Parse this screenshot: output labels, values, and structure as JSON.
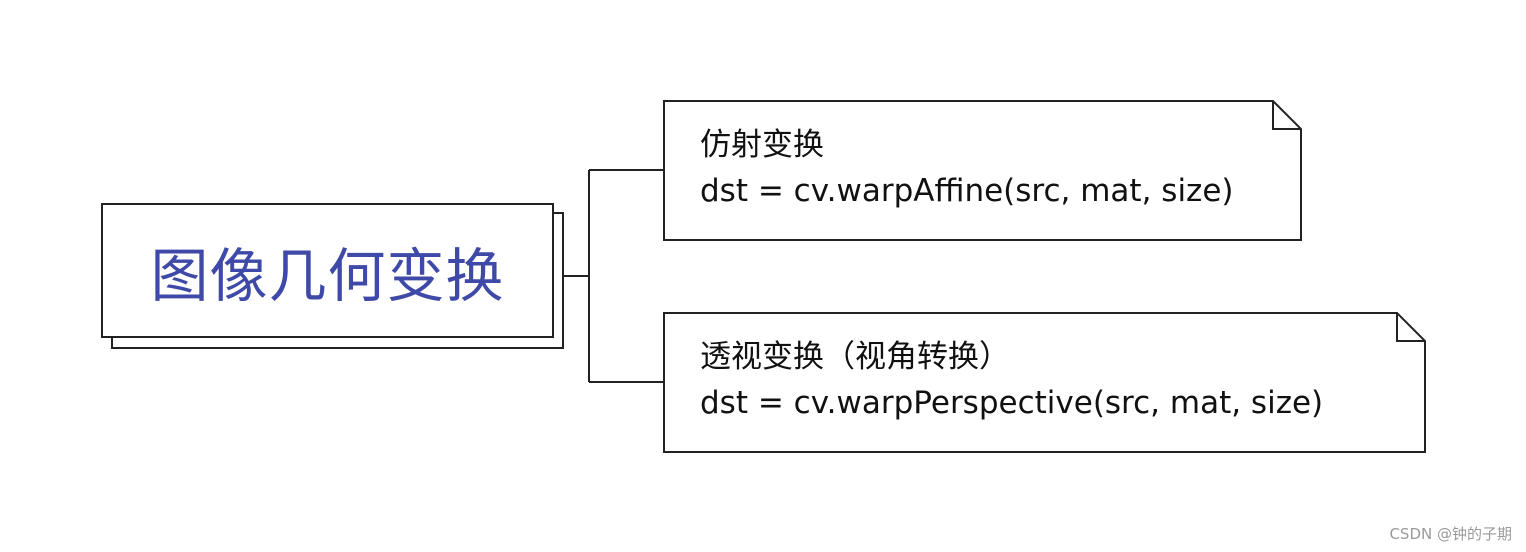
{
  "diagram": {
    "root": {
      "label": "图像几何变换",
      "color": "#3f4aa8"
    },
    "branches": [
      {
        "title": "仿射变换",
        "code": "dst = cv.warpAffine(src, mat, size)"
      },
      {
        "title": "透视变换（视角转换）",
        "code": "dst = cv.warpPerspective(src, mat, size)"
      }
    ],
    "stroke_color": "#222222"
  },
  "watermark": "CSDN @钟的子期"
}
